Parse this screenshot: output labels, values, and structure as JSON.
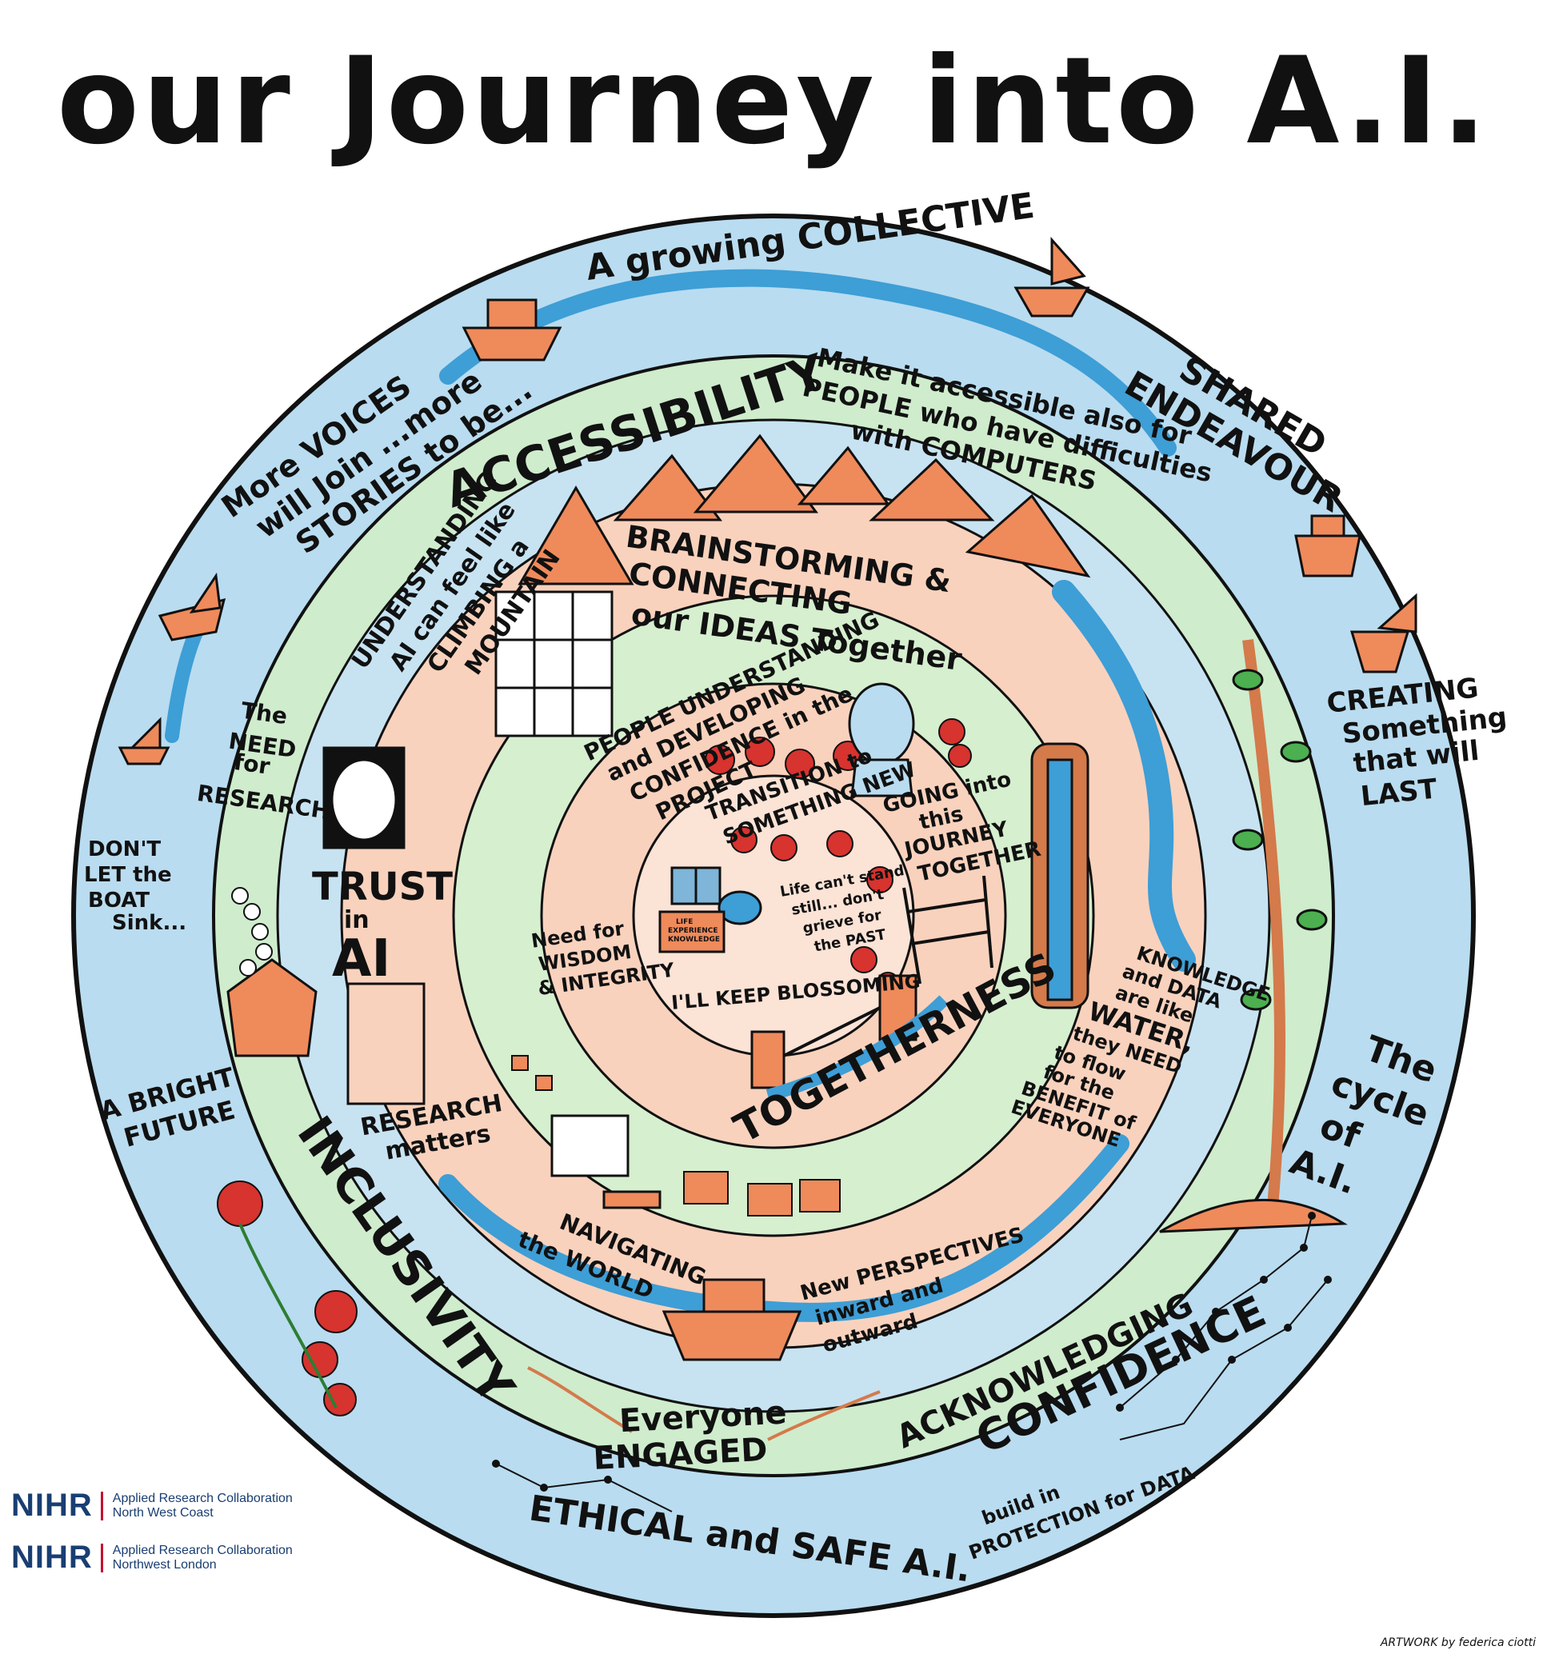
{
  "title": "our Journey into A.I.",
  "colors": {
    "outer_ring": "#b9dcf0",
    "green_ring": "#cfeccd",
    "peach_ring": "#f9d2bd",
    "orange": "#ef8a5b",
    "water": "#3e9ed6",
    "rose": "#d7332f",
    "ink": "#111111"
  },
  "labels": {
    "growing_collective": "A growing COLLECTIVE",
    "more_voices": [
      "More VOICES",
      "will Join ...more",
      "STORIES to be..."
    ],
    "accessibility": "ACCESSIBILITY",
    "make_accessible": [
      "Make it accessible also for",
      "PEOPLE who have difficulties",
      "with COMPUTERS"
    ],
    "shared_endeavour": [
      "SHARED",
      "ENDEAVOUR"
    ],
    "creating_last": [
      "CREATING",
      "Something",
      "that will",
      "LAST"
    ],
    "understanding_ai": [
      "UNDERSTANDING",
      "AI can feel like",
      "CLIMBING a",
      "MOUNTAIN"
    ],
    "brainstorming": [
      "BRAINSTORMING &",
      "CONNECTING",
      "our IDEAS Together"
    ],
    "need_research": [
      "The",
      "NEED",
      "for",
      "RESEARCH"
    ],
    "dont_let_boat": [
      "DON'T",
      "LET the",
      "BOAT",
      "Sink..."
    ],
    "trust_ai": [
      "TRUST",
      "in",
      "AI"
    ],
    "people_understanding": [
      "PEOPLE UNDERSTANDING",
      "and DEVELOPING",
      "CONFIDENCE in the",
      "PROJECT"
    ],
    "transition": [
      "TRANSITION to",
      "SOMETHING NEW"
    ],
    "going_journey": [
      "GOING into",
      "this",
      "JOURNEY",
      "TOGETHER"
    ],
    "need_wisdom": [
      "Need for",
      "WISDOM",
      "& INTEGRITY"
    ],
    "life_cant_stand": [
      "Life can't stand",
      "still... don't",
      "grieve for",
      "the PAST"
    ],
    "life_experience": [
      "LIFE",
      "EXPERIENCE",
      "KNOWLEDGE"
    ],
    "keep_blossoming": "I'LL KEEP BLOSSOMING",
    "togetherness": "TOGETHERNESS",
    "knowledge_water": [
      "KNOWLEDGE",
      "and DATA",
      "are like",
      "WATER,",
      "they NEED",
      "to flow",
      "for the",
      "BENEFIT of",
      "EVERYONE"
    ],
    "cycle_ai": [
      "The",
      "cycle",
      "of",
      "A.I."
    ],
    "bright_future": [
      "A BRIGHT",
      "FUTURE"
    ],
    "research_matters": [
      "RESEARCH",
      "matters"
    ],
    "inclusivity": "INCLUSIVITY",
    "navigating": [
      "NAVIGATING",
      "the WORLD"
    ],
    "new_perspectives": [
      "New PERSPECTIVES",
      "inward and",
      "outward"
    ],
    "acknowledging": [
      "ACKNOWLEDGING",
      "CONFIDENCE"
    ],
    "everyone_engaged": [
      "Everyone",
      "ENGAGED"
    ],
    "ethical_safe": "ETHICAL and SAFE A.I.",
    "build_protection": [
      "build in",
      "PROTECTION for DATA"
    ]
  },
  "logos": [
    {
      "mark": "NIHR",
      "line1": "Applied Research Collaboration",
      "line2": "North West Coast"
    },
    {
      "mark": "NIHR",
      "line1": "Applied Research Collaboration",
      "line2": "Northwest London"
    }
  ],
  "credit": "ARTWORK by federica ciotti"
}
